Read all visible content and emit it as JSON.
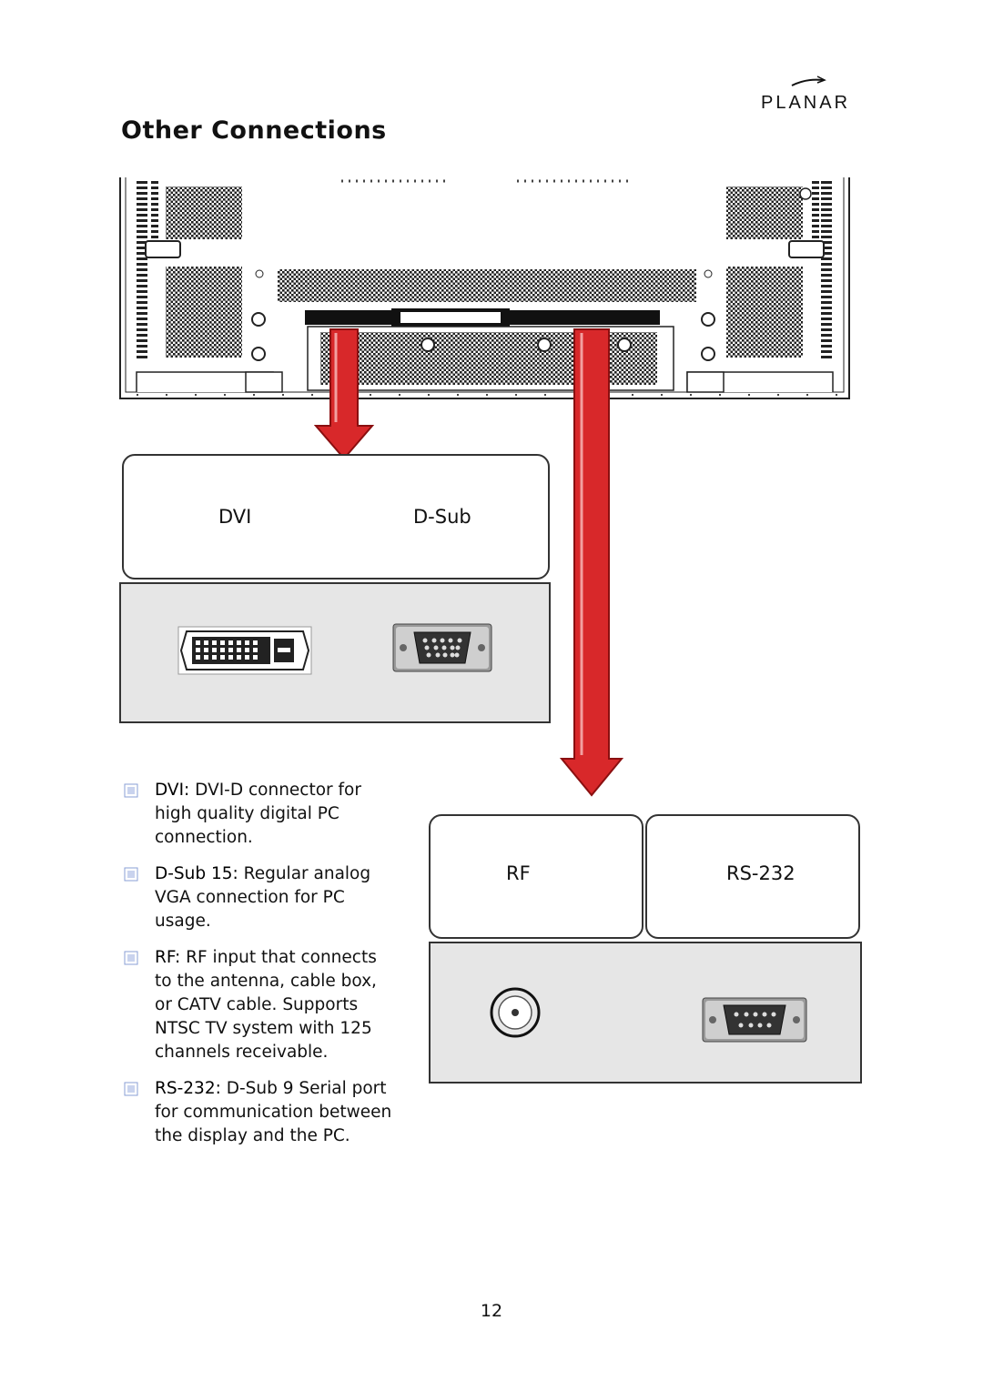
{
  "brand": {
    "logo_text": "PLANAR"
  },
  "page": {
    "title": "Other Connections",
    "number": "12"
  },
  "group_top": {
    "labels": [
      "DVI",
      "D-Sub"
    ]
  },
  "group_bottom": {
    "labels": [
      "RF",
      "RS-232"
    ]
  },
  "descriptions": [
    {
      "term": "DVI:",
      "text": " DVI-D connector for high quality digital PC connection."
    },
    {
      "term": "D-Sub 15:",
      "text": " Regular analog VGA connection for PC usage."
    },
    {
      "term": "RF:",
      "text": " RF input that connects to the antenna, cable box, or CATV cable. Supports NTSC TV system with 125 channels receivable."
    },
    {
      "term": "RS-232:",
      "text": " D-Sub 9 Serial port for communication between the display and the PC."
    }
  ],
  "colors": {
    "arrow": "#d8282a",
    "connector_panel": "#e6e6e6",
    "bullet": "#8a9fd6"
  }
}
